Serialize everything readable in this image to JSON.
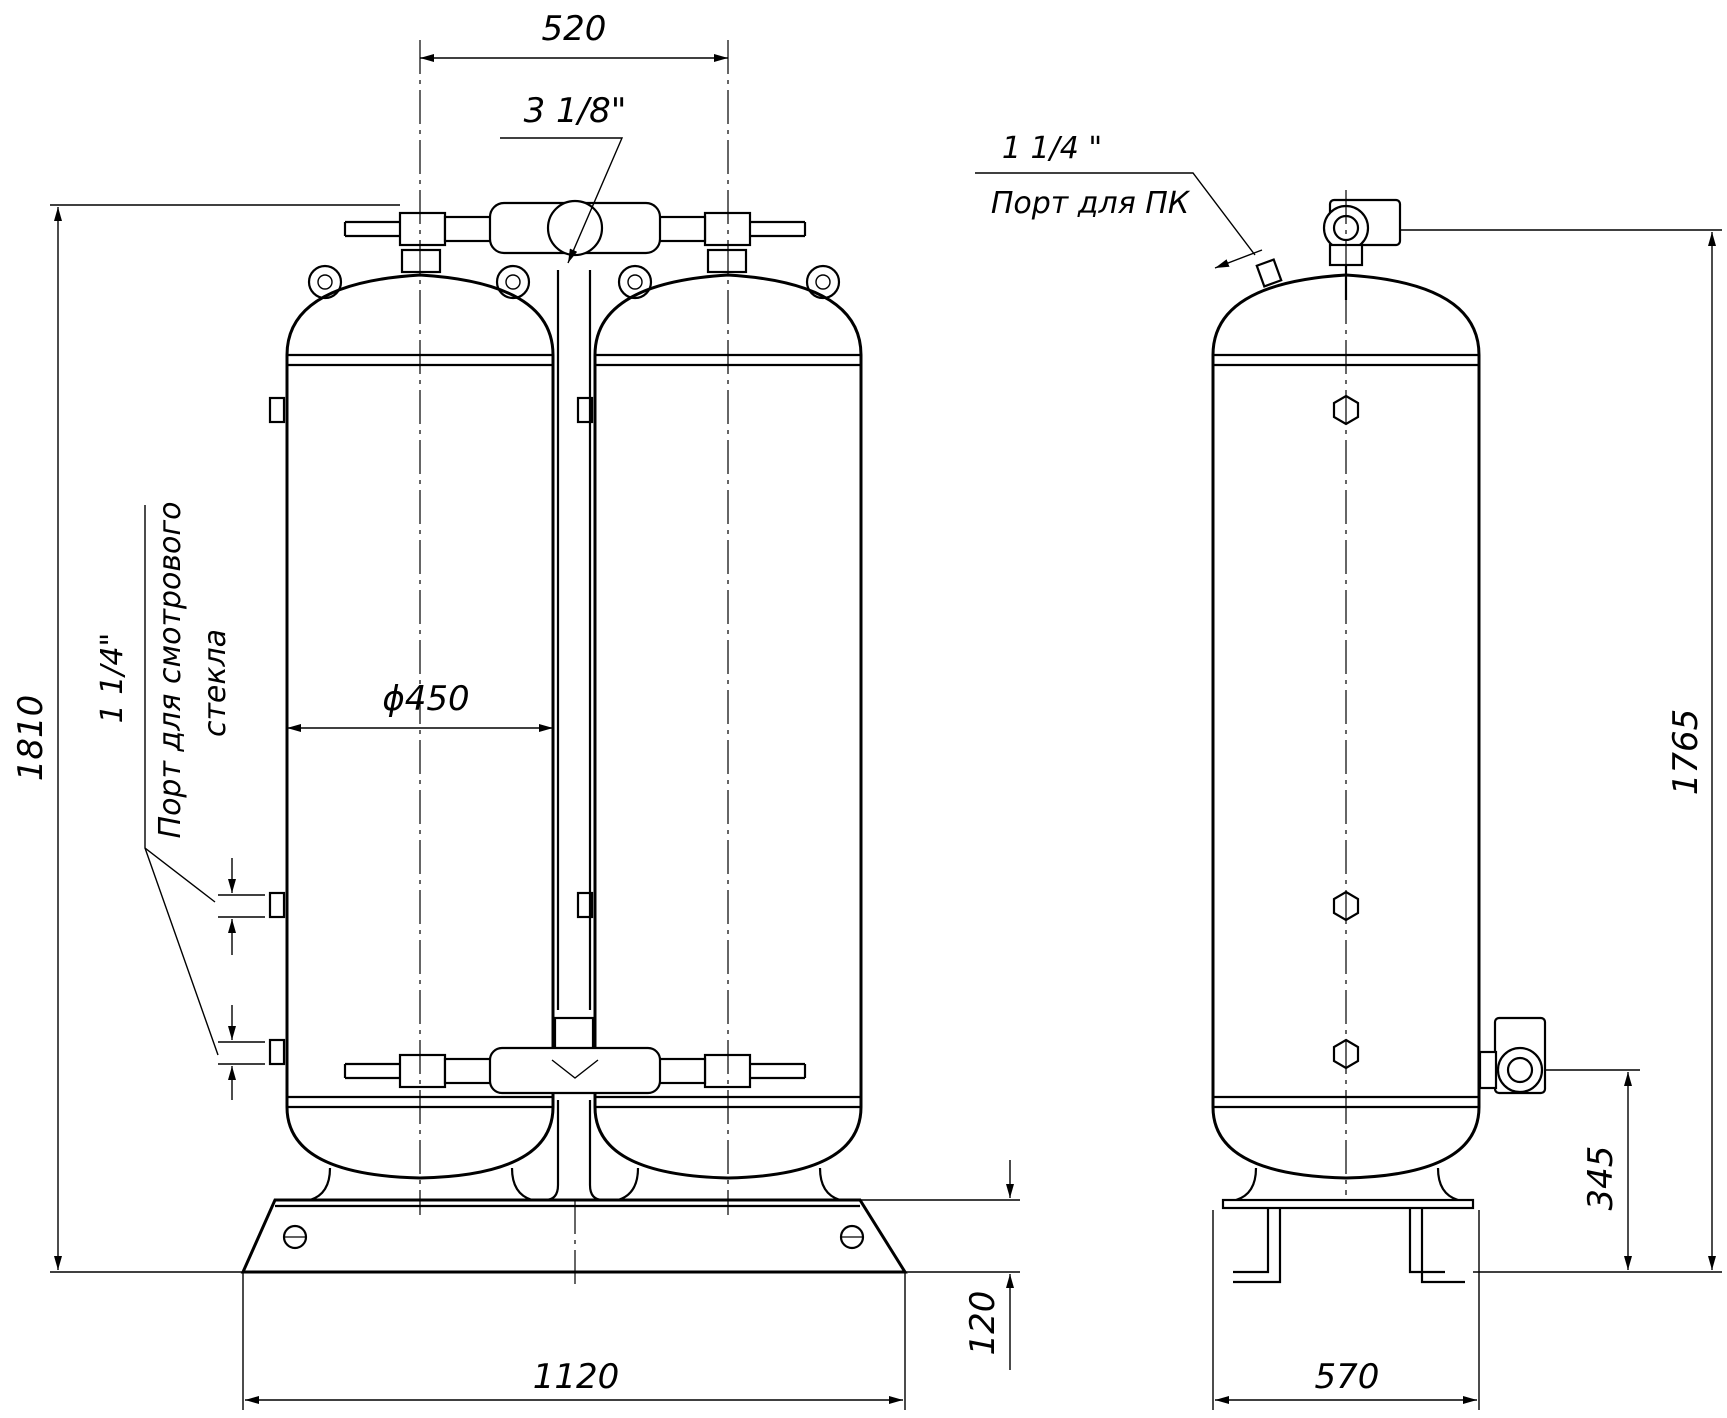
{
  "dimensions": {
    "spacing_top": "520",
    "outlet_size": "3 1/8\"",
    "diameter": "ϕ450",
    "total_height": "1810",
    "frame_height": "120",
    "base_width": "1120",
    "side_height": "1765",
    "side_port_height": "345",
    "side_width": "570"
  },
  "notes": {
    "sight_glass_size": "1 1/4\"",
    "sight_glass_line1": "Порт для смотрового",
    "sight_glass_line2": "стекла",
    "relief_size": "1 1/4 \"",
    "relief_label": "Порт для ПК"
  }
}
